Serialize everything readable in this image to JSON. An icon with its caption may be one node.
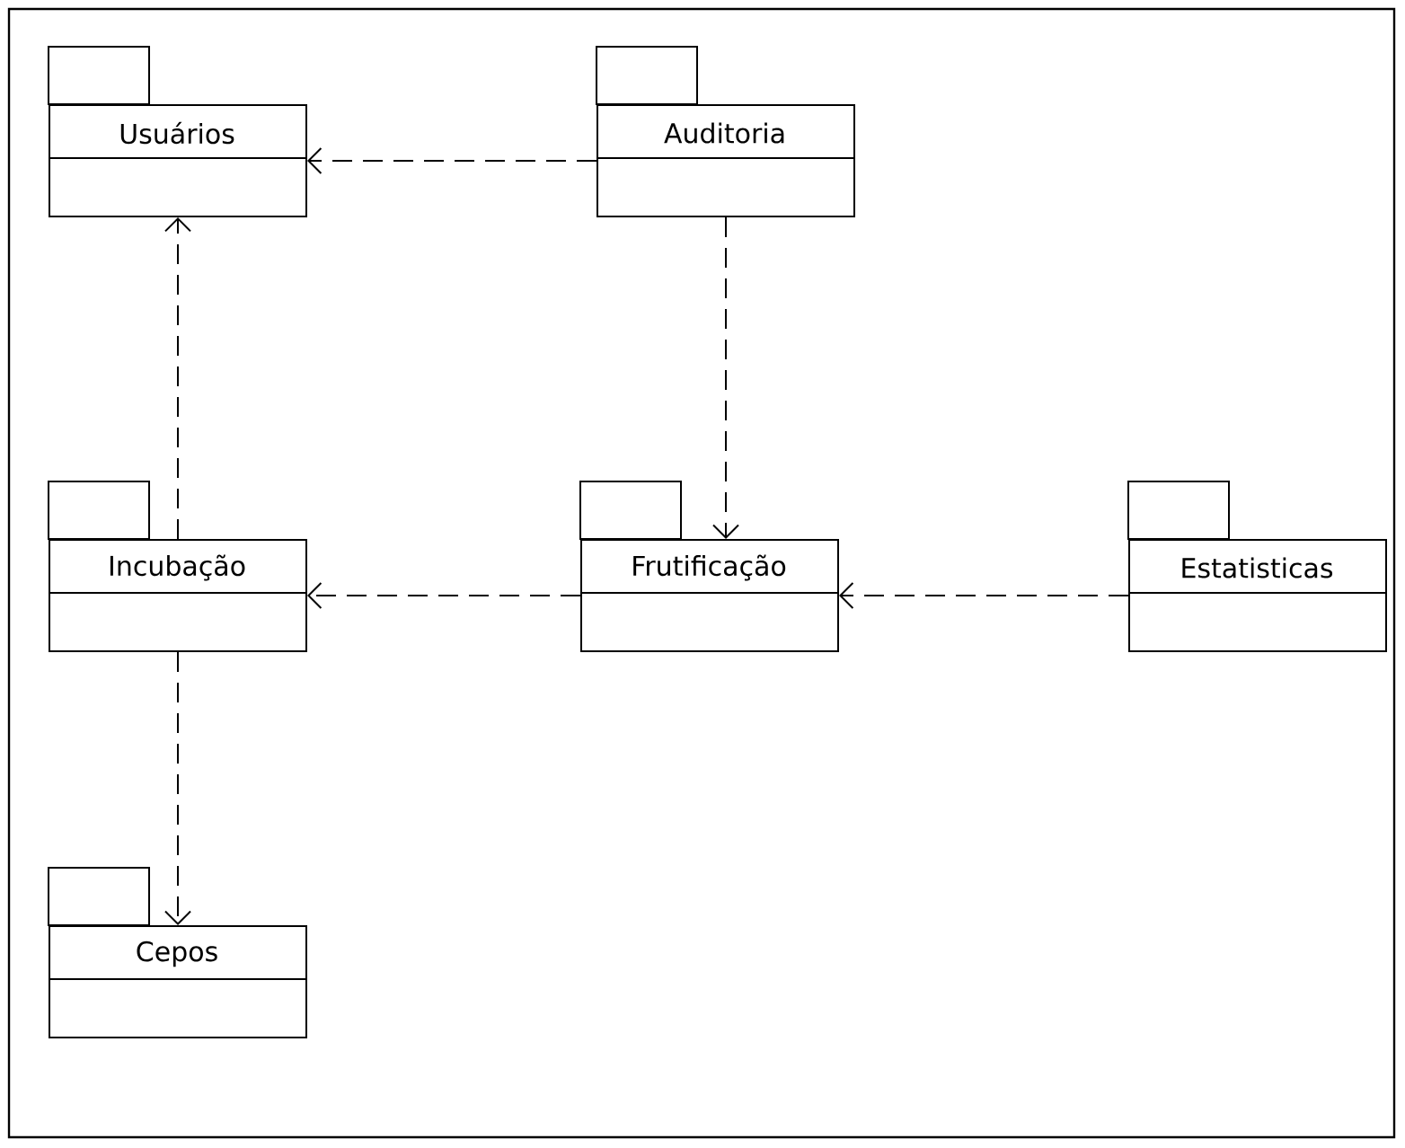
{
  "diagram": {
    "nodes": [
      {
        "text": [
          "Usuários"
        ]
      },
      {
        "text": [
          "Auditoria"
        ]
      },
      {
        "text": [
          "Incubação"
        ]
      },
      {
        "text": [
          "Frutificação"
        ]
      },
      {
        "text": [
          "Estatisticas"
        ]
      },
      {
        "text": [
          "Cepos"
        ]
      }
    ],
    "edges": [
      {
        "from": 1,
        "to": 0,
        "arrow": "to",
        "style": "dashed"
      },
      {
        "from": 1,
        "to": 3,
        "arrow": "to",
        "style": "dashed"
      },
      {
        "from": 2,
        "to": 0,
        "arrow": "to",
        "style": "dashed"
      },
      {
        "from": 3,
        "to": 2,
        "arrow": "to",
        "style": "dashed"
      },
      {
        "from": 4,
        "to": 3,
        "arrow": "to",
        "style": "dashed"
      },
      {
        "from": 2,
        "to": 5,
        "arrow": "to",
        "style": "dashed"
      }
    ]
  }
}
